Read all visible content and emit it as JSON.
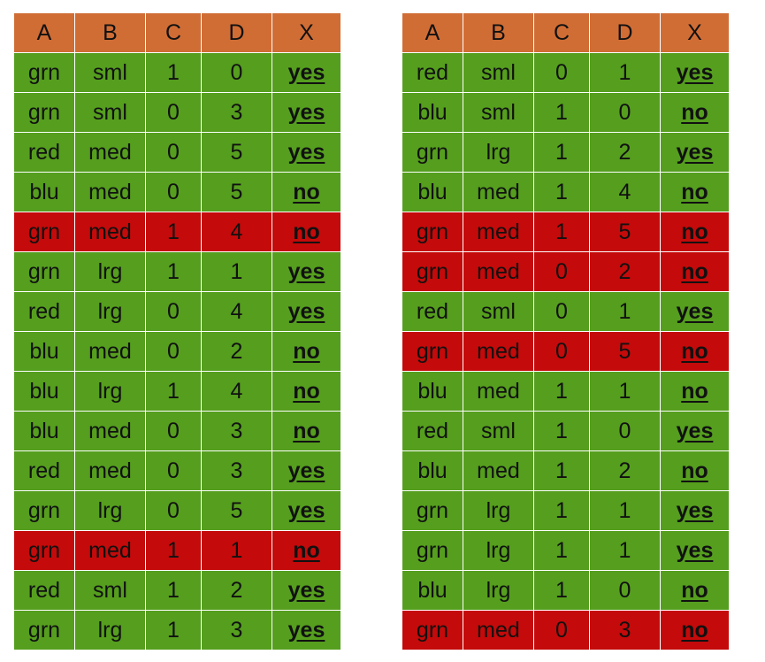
{
  "colors": {
    "header": "#d06d35",
    "green": "#559e1e",
    "red": "#c40a0a"
  },
  "headers": [
    "A",
    "B",
    "C",
    "D",
    "X"
  ],
  "tables": [
    {
      "rows": [
        {
          "cells": [
            "grn",
            "sml",
            "1",
            "0",
            "yes"
          ],
          "highlight": "green"
        },
        {
          "cells": [
            "grn",
            "sml",
            "0",
            "3",
            "yes"
          ],
          "highlight": "green"
        },
        {
          "cells": [
            "red",
            "med",
            "0",
            "5",
            "yes"
          ],
          "highlight": "green"
        },
        {
          "cells": [
            "blu",
            "med",
            "0",
            "5",
            "no"
          ],
          "highlight": "green"
        },
        {
          "cells": [
            "grn",
            "med",
            "1",
            "4",
            "no"
          ],
          "highlight": "red"
        },
        {
          "cells": [
            "grn",
            "lrg",
            "1",
            "1",
            "yes"
          ],
          "highlight": "green"
        },
        {
          "cells": [
            "red",
            "lrg",
            "0",
            "4",
            "yes"
          ],
          "highlight": "green"
        },
        {
          "cells": [
            "blu",
            "med",
            "0",
            "2",
            "no"
          ],
          "highlight": "green"
        },
        {
          "cells": [
            "blu",
            "lrg",
            "1",
            "4",
            "no"
          ],
          "highlight": "green"
        },
        {
          "cells": [
            "blu",
            "med",
            "0",
            "3",
            "no"
          ],
          "highlight": "green"
        },
        {
          "cells": [
            "red",
            "med",
            "0",
            "3",
            "yes"
          ],
          "highlight": "green"
        },
        {
          "cells": [
            "grn",
            "lrg",
            "0",
            "5",
            "yes"
          ],
          "highlight": "green"
        },
        {
          "cells": [
            "grn",
            "med",
            "1",
            "1",
            "no"
          ],
          "highlight": "red"
        },
        {
          "cells": [
            "red",
            "sml",
            "1",
            "2",
            "yes"
          ],
          "highlight": "green"
        },
        {
          "cells": [
            "grn",
            "lrg",
            "1",
            "3",
            "yes"
          ],
          "highlight": "green"
        }
      ]
    },
    {
      "rows": [
        {
          "cells": [
            "red",
            "sml",
            "0",
            "1",
            "yes"
          ],
          "highlight": "green"
        },
        {
          "cells": [
            "blu",
            "sml",
            "1",
            "0",
            "no"
          ],
          "highlight": "green"
        },
        {
          "cells": [
            "grn",
            "lrg",
            "1",
            "2",
            "yes"
          ],
          "highlight": "green"
        },
        {
          "cells": [
            "blu",
            "med",
            "1",
            "4",
            "no"
          ],
          "highlight": "green"
        },
        {
          "cells": [
            "grn",
            "med",
            "1",
            "5",
            "no"
          ],
          "highlight": "red"
        },
        {
          "cells": [
            "grn",
            "med",
            "0",
            "2",
            "no"
          ],
          "highlight": "red"
        },
        {
          "cells": [
            "red",
            "sml",
            "0",
            "1",
            "yes"
          ],
          "highlight": "green"
        },
        {
          "cells": [
            "grn",
            "med",
            "0",
            "5",
            "no"
          ],
          "highlight": "red"
        },
        {
          "cells": [
            "blu",
            "med",
            "1",
            "1",
            "no"
          ],
          "highlight": "green"
        },
        {
          "cells": [
            "red",
            "sml",
            "1",
            "0",
            "yes"
          ],
          "highlight": "green"
        },
        {
          "cells": [
            "blu",
            "med",
            "1",
            "2",
            "no"
          ],
          "highlight": "green"
        },
        {
          "cells": [
            "grn",
            "lrg",
            "1",
            "1",
            "yes"
          ],
          "highlight": "green"
        },
        {
          "cells": [
            "grn",
            "lrg",
            "1",
            "1",
            "yes"
          ],
          "highlight": "green"
        },
        {
          "cells": [
            "blu",
            "lrg",
            "1",
            "0",
            "no"
          ],
          "highlight": "green"
        },
        {
          "cells": [
            "grn",
            "med",
            "0",
            "3",
            "no"
          ],
          "highlight": "red"
        }
      ]
    }
  ]
}
